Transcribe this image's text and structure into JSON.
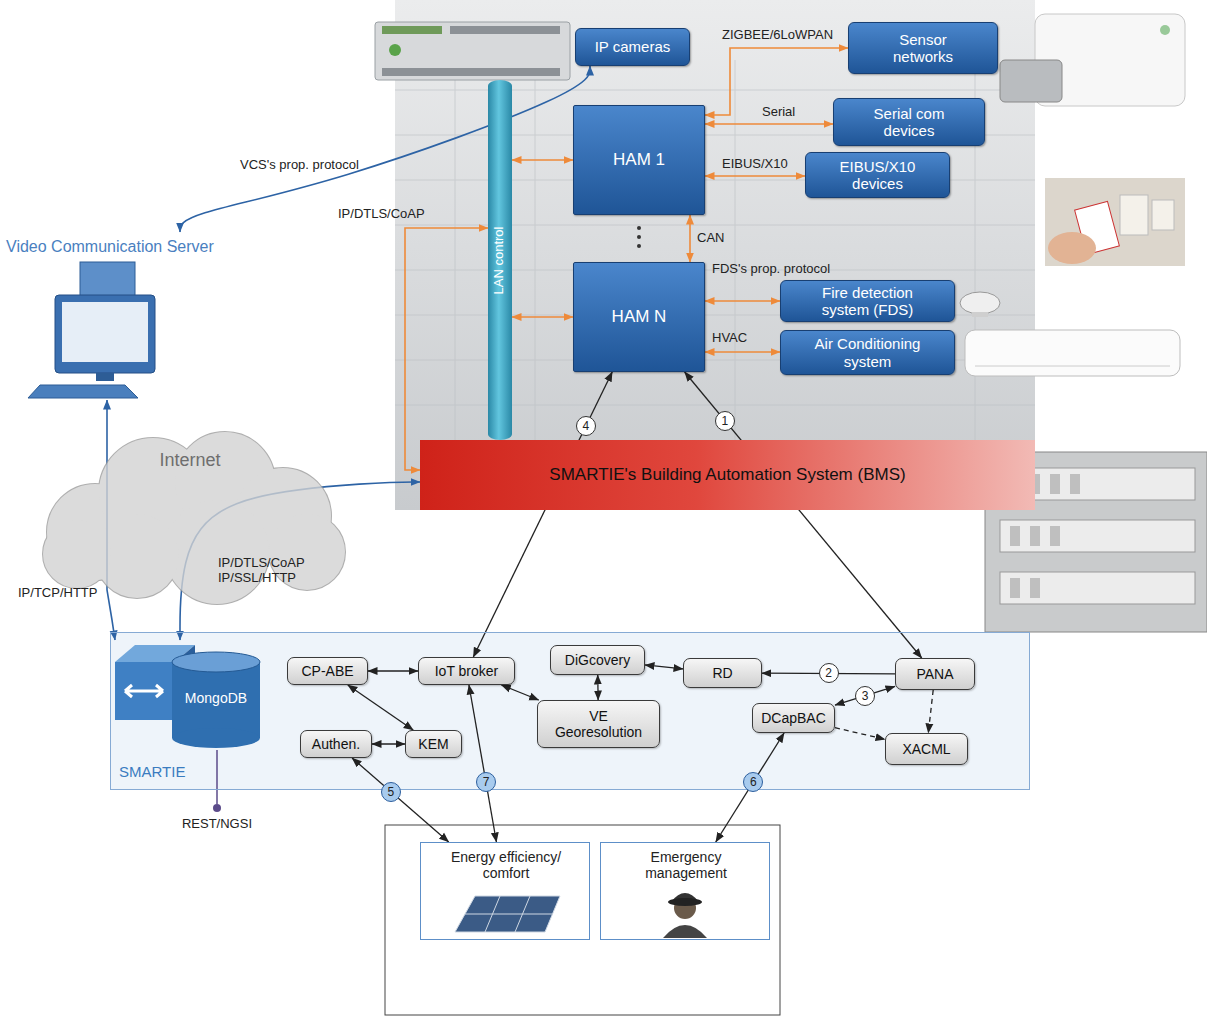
{
  "diagram": {
    "nodes": [
      {
        "text": [
          "IP cameras"
        ]
      },
      {
        "text": [
          "LAN control"
        ]
      },
      {
        "text": [
          "HAM 1"
        ]
      },
      {
        "text": [
          "Sensor networks"
        ]
      },
      {
        "text": [
          "Serial com devices"
        ]
      },
      {
        "text": [
          "EIBUS/X10 devices"
        ]
      },
      {
        "text": [
          "HAM N"
        ]
      },
      {
        "text": [
          "Fire detection system (FDS)"
        ]
      },
      {
        "text": [
          "Air Conditioning system"
        ]
      },
      {
        "text": [
          "Video Communication Server"
        ]
      },
      {
        "text": [
          "Internet"
        ]
      },
      {
        "text": [
          "SMARTIE's Building Automation System (BMS)"
        ]
      },
      {
        "text": [
          "SMARTIE"
        ]
      },
      {
        "text": [
          "MongoDB"
        ],
        "in": 12
      },
      {
        "text": [
          "CP-ABE"
        ],
        "in": 12
      },
      {
        "text": [
          "IoT broker"
        ],
        "in": 12
      },
      {
        "text": [
          "DiGcovery"
        ],
        "in": 12
      },
      {
        "text": [
          "RD"
        ],
        "in": 12
      },
      {
        "text": [
          "PANA"
        ],
        "in": 12
      },
      {
        "text": [
          "DCapBAC"
        ],
        "in": 12
      },
      {
        "text": [
          "VE Georesolution"
        ],
        "in": 12
      },
      {
        "text": [
          "XACML"
        ],
        "in": 12
      },
      {
        "text": [
          "Authen."
        ],
        "in": 12
      },
      {
        "text": [
          "KEM"
        ],
        "in": 12
      },
      {
        "text": [
          "Energy efficiency/ comfort"
        ]
      },
      {
        "text": [
          "Emergency management"
        ]
      }
    ],
    "edges": [
      {
        "from": 2,
        "to": 3,
        "arrow": "both",
        "label": "ZIGBEE/6LoWPAN"
      },
      {
        "from": 2,
        "to": 4,
        "arrow": "both",
        "label": "Serial"
      },
      {
        "from": 2,
        "to": 5,
        "arrow": "both",
        "label": "EIBUS/X10"
      },
      {
        "from": 2,
        "to": 6,
        "arrow": "both",
        "label": "CAN"
      },
      {
        "from": 6,
        "to": 7,
        "arrow": "both",
        "label": "FDS's prop. protocol"
      },
      {
        "from": 6,
        "to": 8,
        "arrow": "both",
        "label": "HVAC"
      },
      {
        "from": 1,
        "to": 2,
        "arrow": "both"
      },
      {
        "from": 1,
        "to": 6,
        "arrow": "both"
      },
      {
        "from": 1,
        "to": 11,
        "arrow": "both",
        "label": "IP/DTLS/CoAP"
      },
      {
        "from": 9,
        "to": 0,
        "arrow": "both",
        "label": "VCS's prop. protocol"
      },
      {
        "from": 9,
        "to": 13,
        "arrow": "both",
        "label": "IP/TCP/HTTP"
      },
      {
        "from": 13,
        "to": 11,
        "arrow": "both",
        "label": "IP/DTLS/CoAP IP/SSL/HTTP"
      },
      {
        "from": 6,
        "to": 18,
        "arrow": "both",
        "label": "1"
      },
      {
        "from": 6,
        "to": 15,
        "arrow": "both",
        "label": "4"
      },
      {
        "from": 18,
        "to": 17,
        "arrow": "to",
        "label": "2"
      },
      {
        "from": 19,
        "to": 18,
        "arrow": "both",
        "label": "3"
      },
      {
        "from": 14,
        "to": 15,
        "arrow": "both"
      },
      {
        "from": 14,
        "to": 23,
        "arrow": "both"
      },
      {
        "from": 22,
        "to": 23,
        "arrow": "both"
      },
      {
        "from": 15,
        "to": 20,
        "arrow": "both"
      },
      {
        "from": 16,
        "to": 17,
        "arrow": "both"
      },
      {
        "from": 16,
        "to": 20,
        "arrow": "both"
      },
      {
        "from": 18,
        "to": 21,
        "arrow": "to"
      },
      {
        "from": 19,
        "to": 21,
        "arrow": "to"
      },
      {
        "from": 22,
        "to": 24,
        "arrow": "both",
        "label": "5"
      },
      {
        "from": 15,
        "to": 24,
        "arrow": "both",
        "label": "7"
      },
      {
        "from": 19,
        "to": 25,
        "arrow": "both",
        "label": "6"
      }
    ],
    "labels": [
      "REST/NGSI"
    ]
  }
}
